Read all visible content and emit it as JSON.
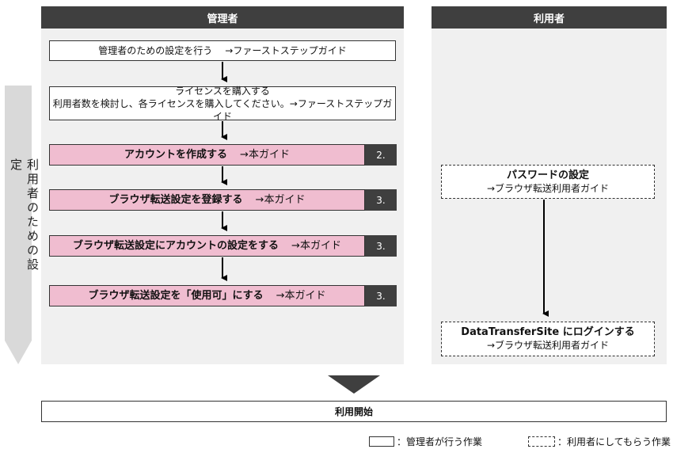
{
  "columns": {
    "admin_title": "管理者",
    "user_title": "利用者"
  },
  "side_label": "利用者のための設定",
  "admin_steps": [
    {
      "text": "管理者のための設定を行う",
      "link": "→ファーストステップガイド"
    },
    {
      "line1": "ライセンスを購入する",
      "line2": "利用者数を検討し、各ライセンスを購入してください。→ファーストステップガイド"
    },
    {
      "text": "アカウントを作成する",
      "link": "→本ガイド",
      "num": "2."
    },
    {
      "text": "ブラウザ転送設定を登録する",
      "link": "→本ガイド",
      "num": "3."
    },
    {
      "text": "ブラウザ転送設定にアカウントの設定をする",
      "link": "→本ガイド",
      "num": "3."
    },
    {
      "text": "ブラウザ転送設定を「使用可」にする",
      "link": "→本ガイド",
      "num": "3."
    }
  ],
  "user_steps": [
    {
      "line1": "パスワードの設定",
      "line2": "→ブラウザ転送利用者ガイド"
    },
    {
      "line1": "DataTransferSite にログインする",
      "line2": "→ブラウザ転送利用者ガイド"
    }
  ],
  "final_step": "利用開始",
  "legend": {
    "solid": "：管理者が行う作業",
    "dashed": "：利用者にしてもらう作業"
  },
  "colors": {
    "header": "#3f3f3f",
    "panel": "#f0f0f0",
    "highlight": "#f0bdd0",
    "side_arrow": "#d9d9d9"
  }
}
